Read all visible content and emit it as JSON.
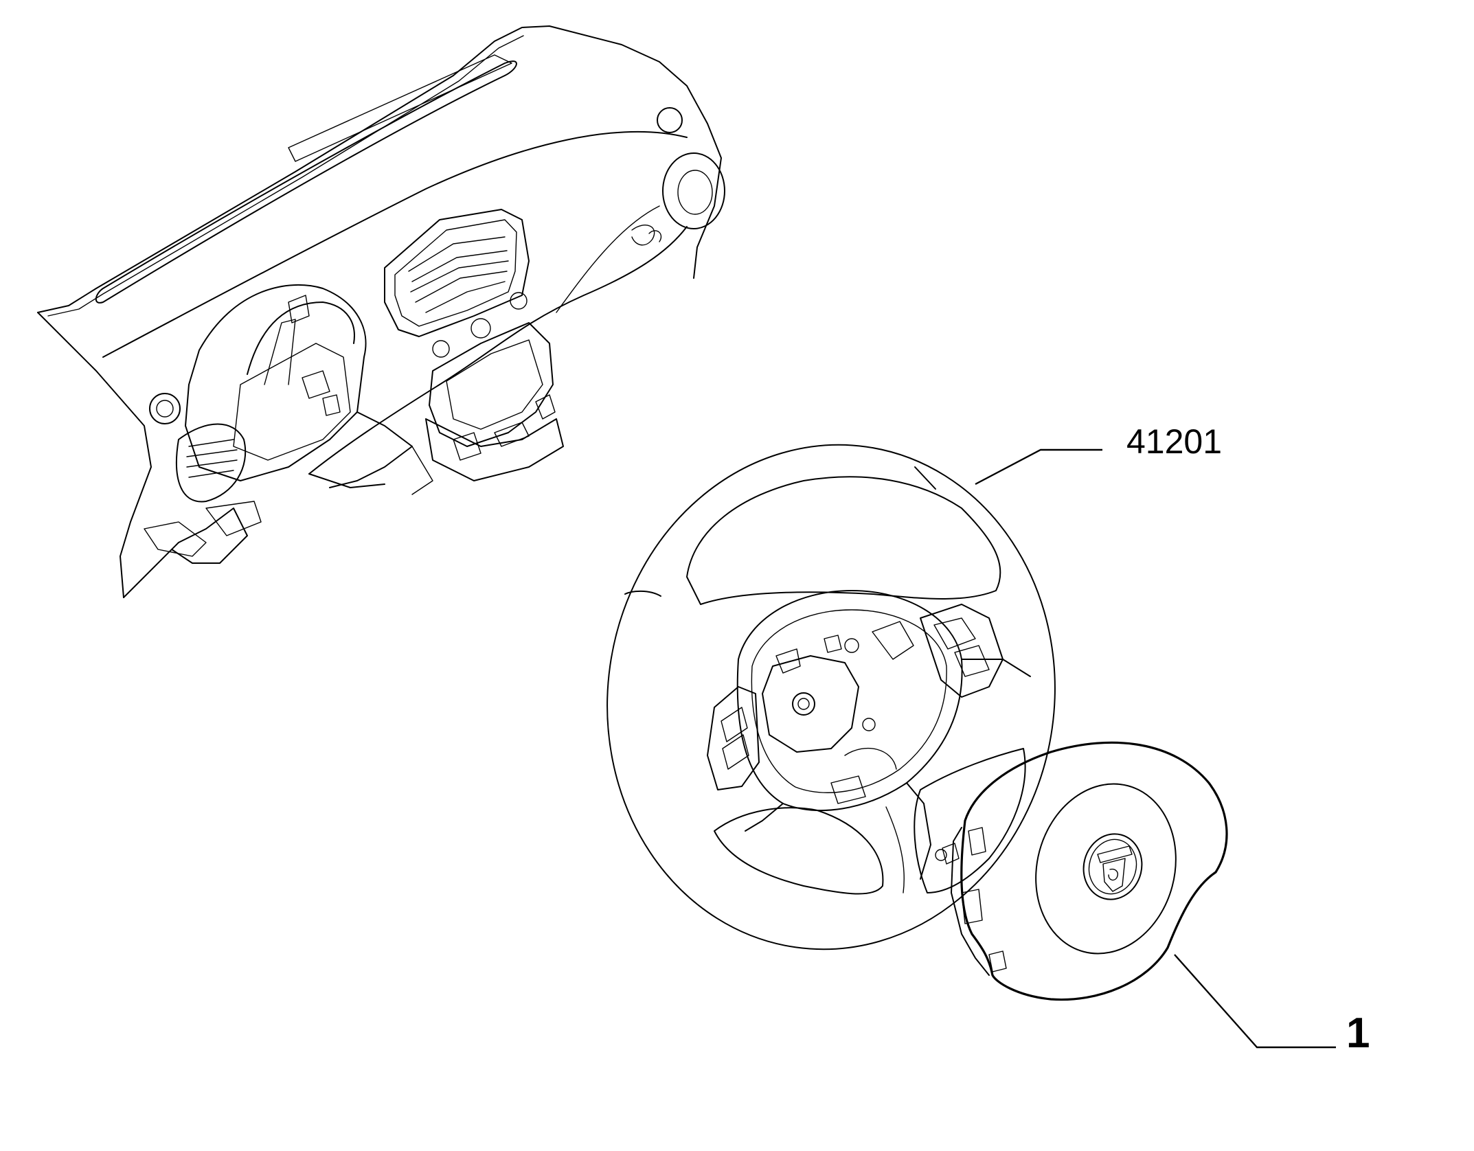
{
  "diagram": {
    "callouts": [
      {
        "id": "steering-wheel",
        "label": "41201"
      },
      {
        "id": "airbag-module",
        "label": "1"
      }
    ],
    "parts": [
      "dashboard",
      "steering-wheel",
      "airbag-module",
      "abarth-logo"
    ],
    "colors": {
      "line": "#000000",
      "background": "#ffffff"
    }
  }
}
